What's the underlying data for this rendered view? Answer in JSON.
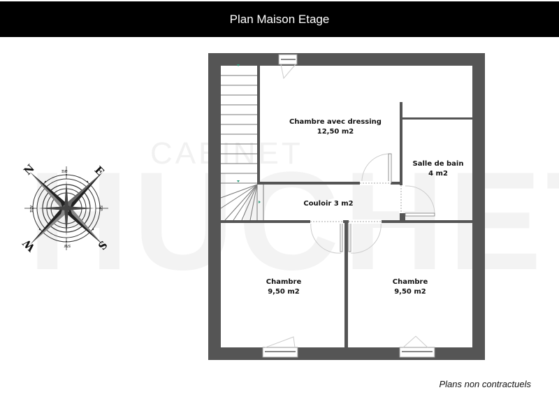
{
  "header": {
    "title": "Plan Maison Etage"
  },
  "watermark": {
    "line1": "CABINET",
    "line2": "HUCHET"
  },
  "compass": {
    "cardinal": {
      "north": "N",
      "east": "E",
      "south": "S",
      "west": "W"
    },
    "intercardinal": {
      "ne": "ne",
      "se": "se",
      "sw": "sw",
      "nw": "nw"
    }
  },
  "rooms": [
    {
      "name": "Chambre avec dressing",
      "area": "12,50 m2"
    },
    {
      "name": "Salle de bain",
      "area": "4 m2"
    },
    {
      "name": "Couloir 3 m2",
      "area": ""
    },
    {
      "name": "Chambre",
      "area": "9,50 m2"
    },
    {
      "name": "Chambre",
      "area": "9,50 m2"
    }
  ],
  "colors": {
    "wall": "#555555",
    "header_bg": "#000000",
    "stair_arrow": "#2e9c7a",
    "watermark": "#f3f3f3"
  },
  "footer": {
    "note": "Plans non contractuels"
  }
}
